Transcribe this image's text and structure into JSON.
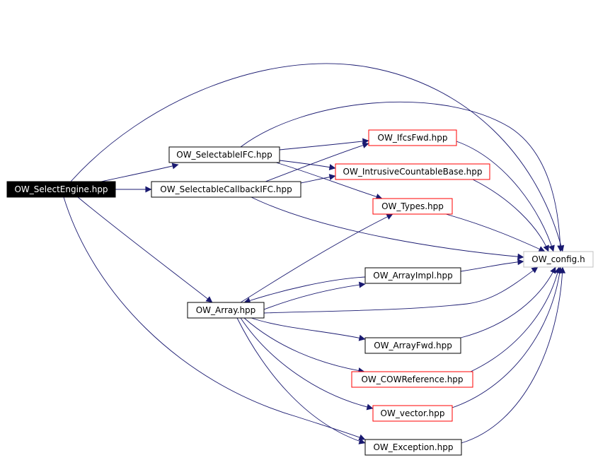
{
  "graph": {
    "colors": {
      "edge": "#191970",
      "root_fill": "#000000",
      "root_text": "#ffffff",
      "node_fill": "#ffffff",
      "node_text": "#000000",
      "border_black": "#000000",
      "border_red": "#ff0000",
      "border_gray": "#c0c0c0"
    },
    "nodes": {
      "select_engine": {
        "label": "OW_SelectEngine.hpp",
        "style": "root"
      },
      "selectable_ifc": {
        "label": "OW_SelectableIFC.hpp",
        "style": "black"
      },
      "selectable_callback_ifc": {
        "label": "OW_SelectableCallbackIFC.hpp",
        "style": "black"
      },
      "ifcs_fwd": {
        "label": "OW_IfcsFwd.hpp",
        "style": "red"
      },
      "intrusive_countable_base": {
        "label": "OW_IntrusiveCountableBase.hpp",
        "style": "red"
      },
      "types": {
        "label": "OW_Types.hpp",
        "style": "red"
      },
      "config": {
        "label": "OW_config.h",
        "style": "gray"
      },
      "array_impl": {
        "label": "OW_ArrayImpl.hpp",
        "style": "black"
      },
      "array": {
        "label": "OW_Array.hpp",
        "style": "black"
      },
      "array_fwd": {
        "label": "OW_ArrayFwd.hpp",
        "style": "black"
      },
      "cow_reference": {
        "label": "OW_COWReference.hpp",
        "style": "red"
      },
      "vector": {
        "label": "OW_vector.hpp",
        "style": "red"
      },
      "exception": {
        "label": "OW_Exception.hpp",
        "style": "black"
      }
    },
    "edges": [
      [
        "select_engine",
        "selectable_ifc"
      ],
      [
        "select_engine",
        "selectable_callback_ifc"
      ],
      [
        "select_engine",
        "config"
      ],
      [
        "select_engine",
        "array"
      ],
      [
        "select_engine",
        "exception"
      ],
      [
        "selectable_ifc",
        "ifcs_fwd"
      ],
      [
        "selectable_ifc",
        "intrusive_countable_base"
      ],
      [
        "selectable_ifc",
        "types"
      ],
      [
        "selectable_ifc",
        "config"
      ],
      [
        "selectable_callback_ifc",
        "ifcs_fwd"
      ],
      [
        "selectable_callback_ifc",
        "intrusive_countable_base"
      ],
      [
        "selectable_callback_ifc",
        "config"
      ],
      [
        "ifcs_fwd",
        "config"
      ],
      [
        "intrusive_countable_base",
        "config"
      ],
      [
        "types",
        "config"
      ],
      [
        "array",
        "types"
      ],
      [
        "array",
        "array_impl"
      ],
      [
        "array",
        "config"
      ],
      [
        "array",
        "array_fwd"
      ],
      [
        "array",
        "cow_reference"
      ],
      [
        "array",
        "vector"
      ],
      [
        "array",
        "exception"
      ],
      [
        "array_impl",
        "array"
      ],
      [
        "array_impl",
        "config"
      ],
      [
        "array_fwd",
        "config"
      ],
      [
        "cow_reference",
        "config"
      ],
      [
        "vector",
        "config"
      ],
      [
        "exception",
        "config"
      ]
    ]
  }
}
